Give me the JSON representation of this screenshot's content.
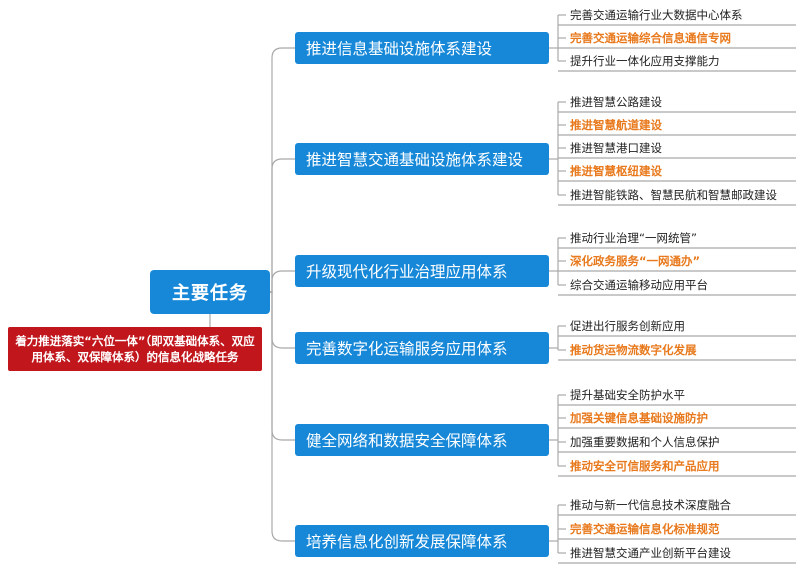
{
  "root": "主要任务",
  "note": "着力推进落实“六位一体”（即双基础体系、双应用体系、双保障体系）的信息化战略任务",
  "colors": {
    "box": "#1788d8",
    "note": "#c0161c",
    "highlight": "#e8791c",
    "line": "#a9a9a9"
  },
  "branches": [
    {
      "label": "推进信息基础设施体系建设",
      "items": [
        {
          "text": "完善交通运输行业大数据中心体系",
          "highlight": false
        },
        {
          "text": "完善交通运输综合信息通信专网",
          "highlight": true
        },
        {
          "text": "提升行业一体化应用支撑能力",
          "highlight": false
        }
      ]
    },
    {
      "label": "推进智慧交通基础设施体系建设",
      "items": [
        {
          "text": "推进智慧公路建设",
          "highlight": false
        },
        {
          "text": "推进智慧航道建设",
          "highlight": true
        },
        {
          "text": "推进智慧港口建设",
          "highlight": false
        },
        {
          "text": "推进智慧枢纽建设",
          "highlight": true
        },
        {
          "text": "推进智能铁路、智慧民航和智慧邮政建设",
          "highlight": false
        }
      ]
    },
    {
      "label": "升级现代化行业治理应用体系",
      "items": [
        {
          "text": "推动行业治理“一网统管”",
          "highlight": false
        },
        {
          "text": "深化政务服务“一网通办”",
          "highlight": true
        },
        {
          "text": "综合交通运输移动应用平台",
          "highlight": false
        }
      ]
    },
    {
      "label": "完善数字化运输服务应用体系",
      "items": [
        {
          "text": "促进出行服务创新应用",
          "highlight": false
        },
        {
          "text": "推动货运物流数字化发展",
          "highlight": true
        }
      ]
    },
    {
      "label": "健全网络和数据安全保障体系",
      "items": [
        {
          "text": "提升基础安全防护水平",
          "highlight": false
        },
        {
          "text": "加强关键信息基础设施防护",
          "highlight": true
        },
        {
          "text": "加强重要数据和个人信息保护",
          "highlight": false
        },
        {
          "text": "推动安全可信服务和产品应用",
          "highlight": true
        }
      ]
    },
    {
      "label": "培养信息化创新发展保障体系",
      "items": [
        {
          "text": "推动与新一代信息技术深度融合",
          "highlight": false
        },
        {
          "text": "完善交通运输信息化标准规范",
          "highlight": true
        },
        {
          "text": "推进智慧交通产业创新平台建设",
          "highlight": false
        }
      ]
    }
  ]
}
